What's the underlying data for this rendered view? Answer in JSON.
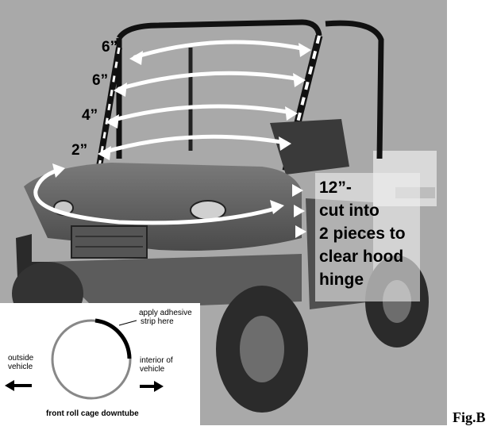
{
  "measurements": {
    "m1": "6”",
    "m2": "6”",
    "m3": "4”",
    "m4": "2”"
  },
  "callout": {
    "line1": "12”-",
    "line2": "cut into",
    "line3": "2 pieces to",
    "line4": "clear hood",
    "line5": "hinge"
  },
  "inset": {
    "apply_line1": "apply adhesive",
    "apply_line2": "strip here",
    "outside_line1": "outside",
    "outside_line2": "vehicle",
    "interior_line1": "interior of",
    "interior_line2": "vehicle",
    "caption": "front roll cage downtube"
  },
  "figure_label": "Fig.B",
  "colors": {
    "photo_background": "#a9a9a9",
    "arrow_fill": "#ffffff",
    "text": "#000000"
  }
}
